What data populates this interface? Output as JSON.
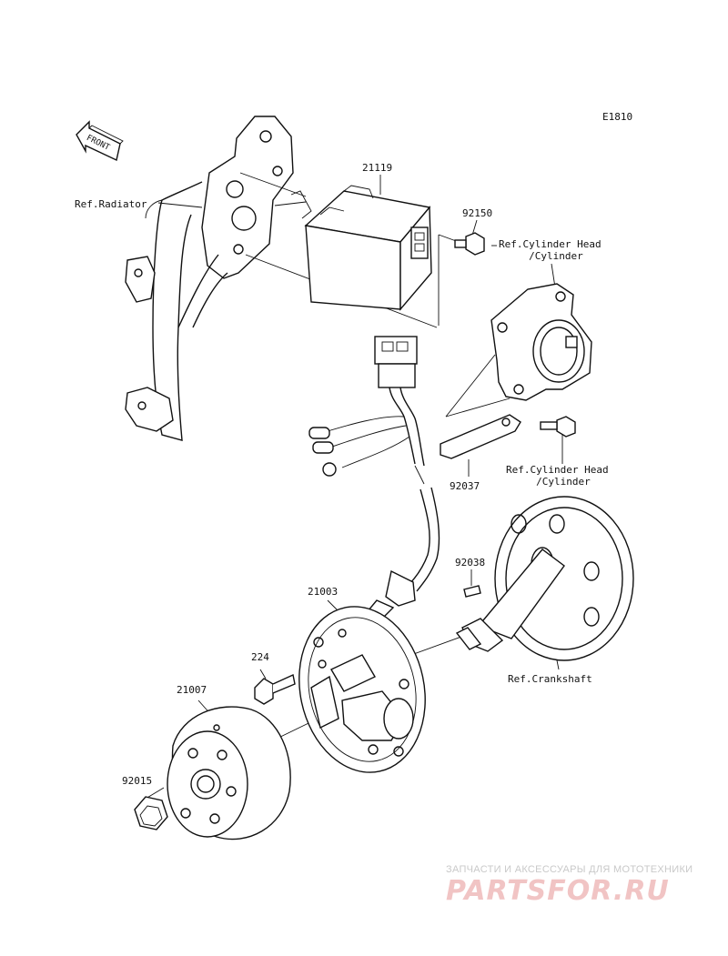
{
  "diagram_code": "E1810",
  "front_label": "FRONT",
  "labels": {
    "p21119": "21119",
    "p92150": "92150",
    "ref_radiator": "Ref.Radiator",
    "ref_cyl_head_1": "Ref.Cylinder Head\n     /Cylinder",
    "ref_cyl_head_2": "Ref.Cylinder Head\n     /Cylinder",
    "p92037": "92037",
    "p92038": "92038",
    "p21003": "21003",
    "p224": "224",
    "p21007": "21007",
    "p92015": "92015",
    "ref_crankshaft": "Ref.Crankshaft"
  },
  "watermark": {
    "subtitle": "ЗАПЧАСТИ И АКСЕССУАРЫ ДЛЯ МОТОТЕХНИКИ",
    "logo": "PARTSFOR.RU"
  }
}
